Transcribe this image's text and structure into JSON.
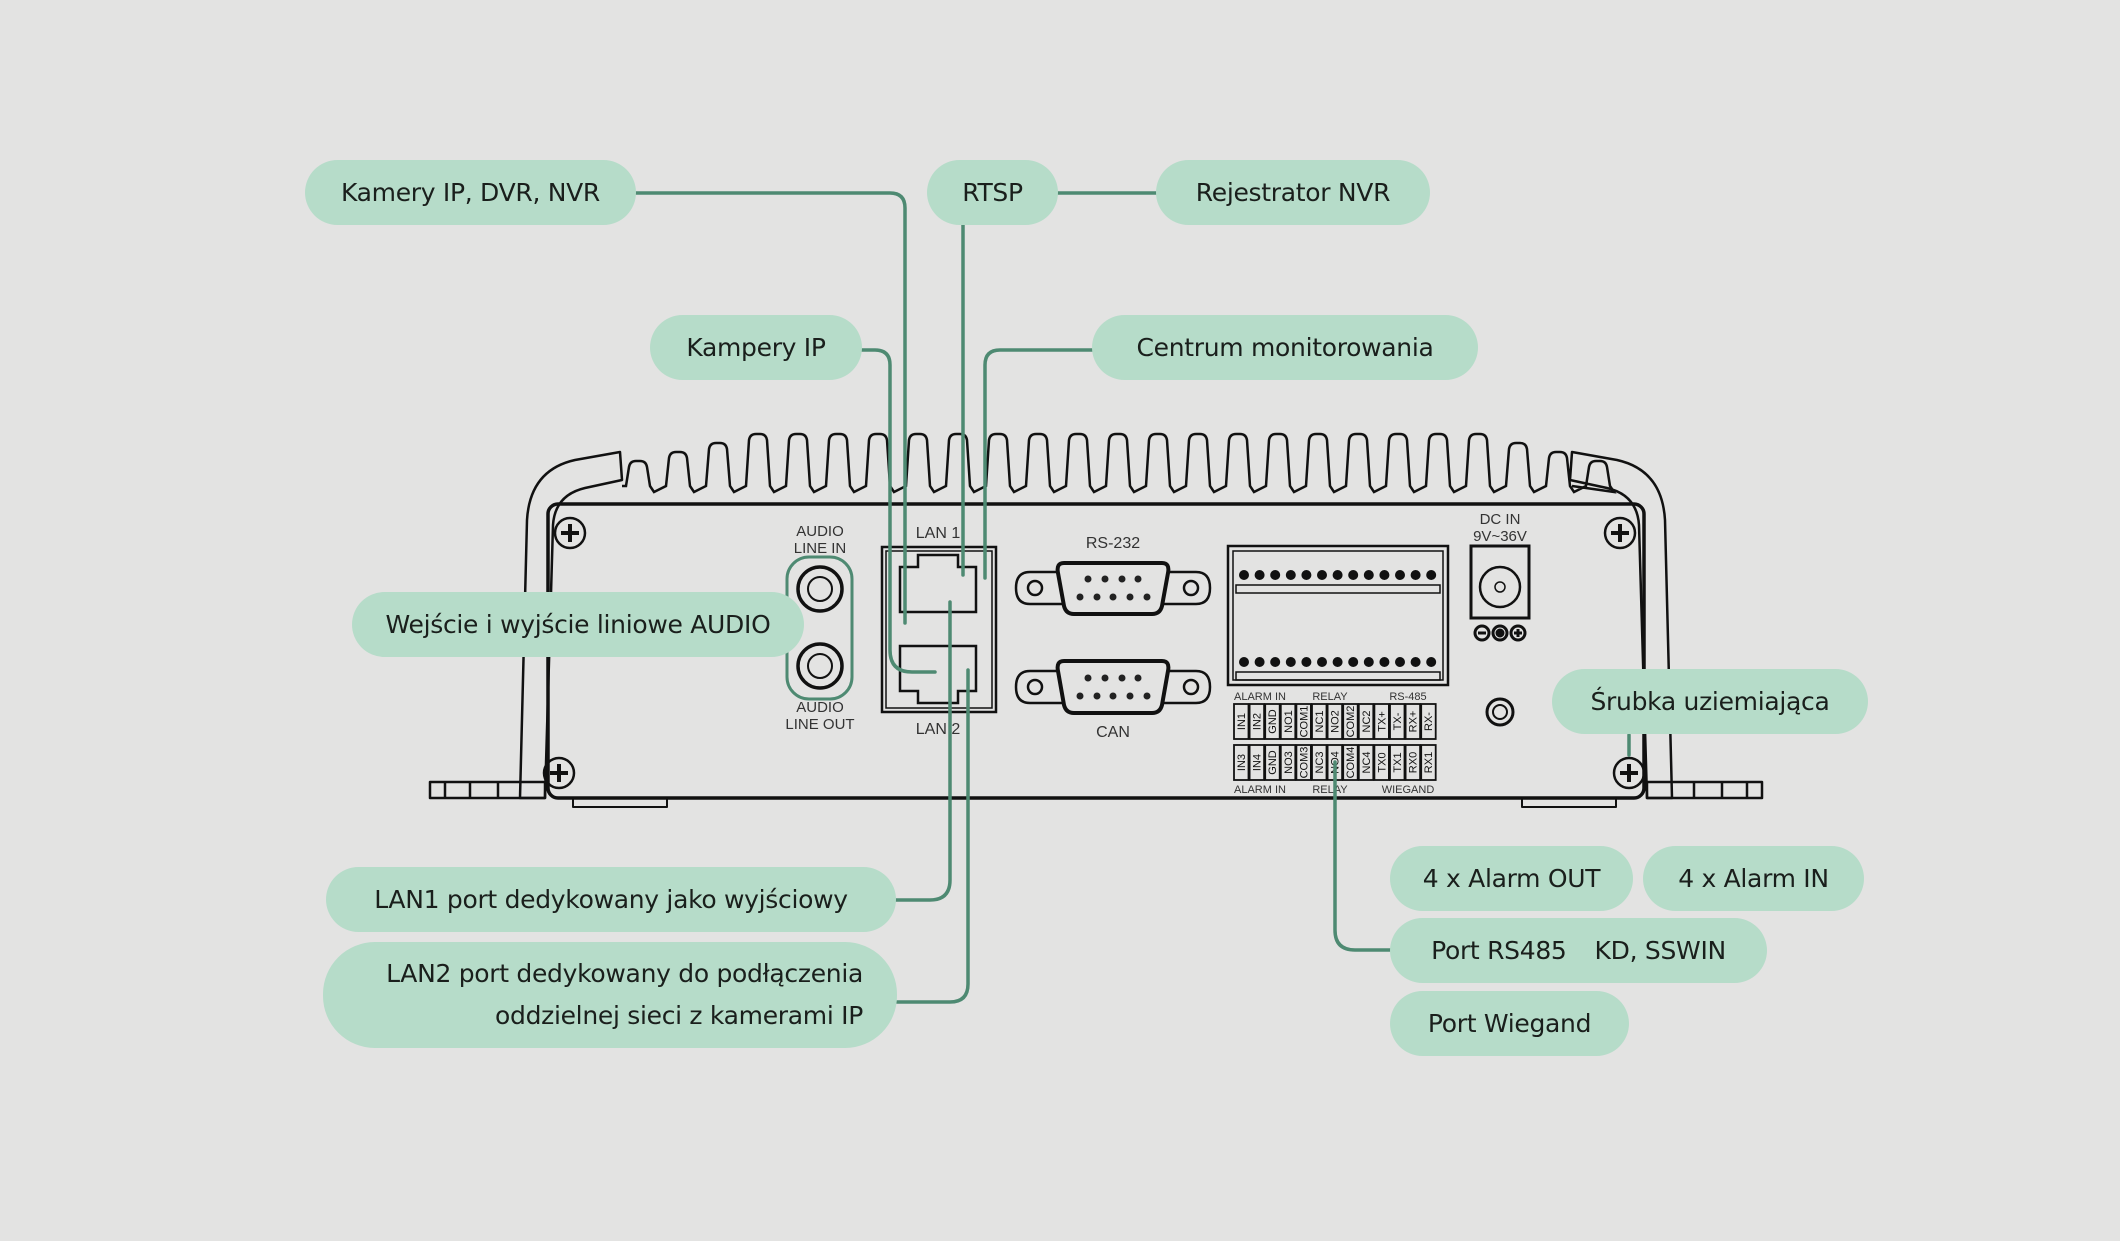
{
  "diagram": {
    "subject": "Rear panel of video server / NVR gateway with labelled connectors",
    "colors": {
      "background": "#e3e3e2",
      "pill": "#b6dcc9",
      "connector_line": "#4e8a72",
      "device_line": "#111111"
    },
    "callouts": {
      "cameras_dvr_nvr": "Kamery IP, DVR, NVR",
      "rtsp": "RTSP",
      "nvr_recorder": "Rejestrator NVR",
      "ip_cameras": "Kampery IP",
      "monitoring_center": "Centrum monitorowania",
      "audio_io": "Wejście i wyjście liniowe AUDIO",
      "ground_screw": "Śrubka uziemiająca",
      "lan1_desc": "LAN1 port dedykowany jako wyjściowy",
      "lan2_desc_line1": "LAN2 port dedykowany do podłączenia",
      "lan2_desc_line2": "oddzielnej sieci z kamerami IP",
      "alarm_out": "4 x Alarm OUT",
      "alarm_in": "4 x Alarm IN",
      "rs485_port": "Port RS485",
      "rs485_protocols": "KD, SSWIN",
      "wiegand_port": "Port Wiegand"
    },
    "device_labels": {
      "audio_line_in_1": "AUDIO",
      "audio_line_in_2": "LINE IN",
      "audio_line_out_1": "AUDIO",
      "audio_line_out_2": "LINE OUT",
      "lan1": "LAN 1",
      "lan2": "LAN 2",
      "rs232": "RS-232",
      "can": "CAN",
      "dc_in_1": "DC IN",
      "dc_in_2": "9V~36V",
      "top_groups": [
        "ALARM IN",
        "RELAY",
        "RS-485"
      ],
      "bottom_groups": [
        "ALARM IN",
        "RELAY",
        "WIEGAND"
      ],
      "terminals_top": [
        "IN1",
        "IN2",
        "GND",
        "NO1",
        "COM1",
        "NC1",
        "NO2",
        "COM2",
        "NC2",
        "TX+",
        "TX-",
        "RX+",
        "RX-"
      ],
      "terminals_bottom": [
        "IN3",
        "IN4",
        "GND",
        "NO3",
        "COM3",
        "NC3",
        "NO4",
        "COM4",
        "NC4",
        "TX0",
        "TX1",
        "RX0",
        "RX1"
      ]
    }
  }
}
